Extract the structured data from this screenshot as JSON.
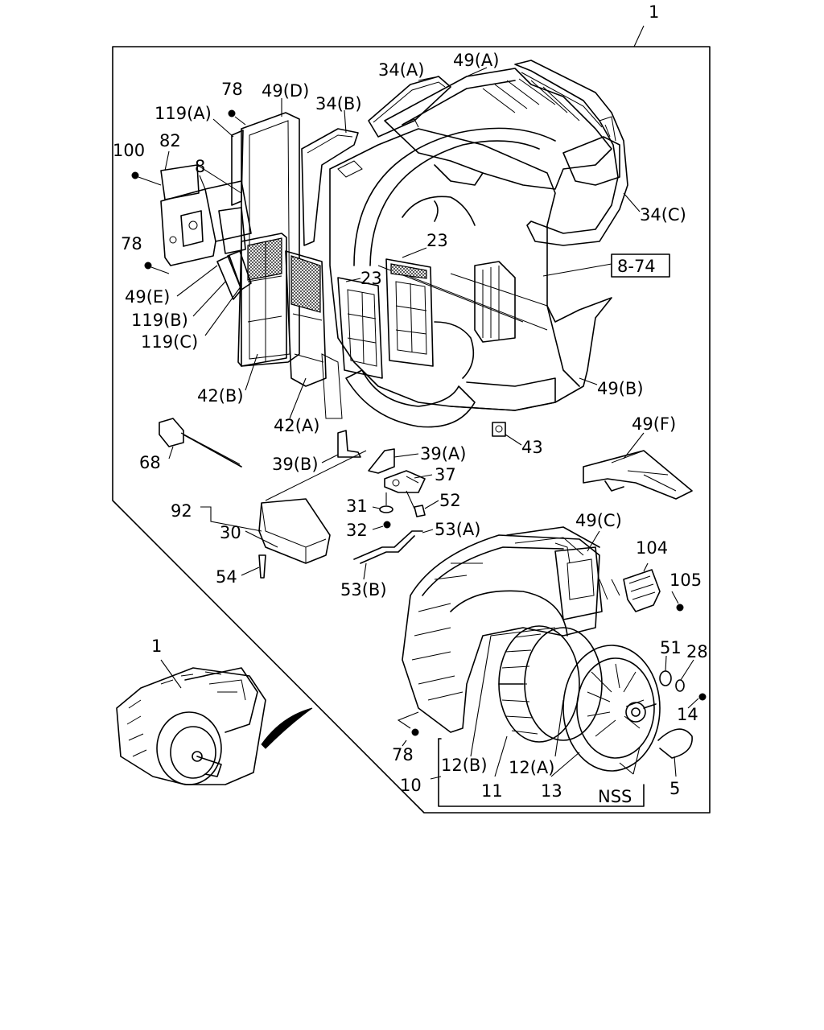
{
  "callouts": {
    "assembly": "1",
    "c49a": "49(A)",
    "c34a": "34(A)",
    "c49d": "49(D)",
    "c78a": "78",
    "c34b": "34(B)",
    "c119a": "119(A)",
    "c82": "82",
    "c100": "100",
    "c8": "8",
    "c34c": "34(C)",
    "c23a": "23",
    "c23b": "23",
    "c78b": "78",
    "c874": "8-74",
    "c49e": "49(E)",
    "c119b": "119(B)",
    "c119c": "119(C)",
    "c42b": "42(B)",
    "c42a": "42(A)",
    "c49b": "49(B)",
    "c43": "43",
    "c49f": "49(F)",
    "c68": "68",
    "c39a": "39(A)",
    "c39b": "39(B)",
    "c37": "37",
    "c92": "92",
    "c31": "31",
    "c52": "52",
    "c32": "32",
    "c30": "30",
    "c53a": "53(A)",
    "c49c": "49(C)",
    "c104": "104",
    "c105": "105",
    "c54": "54",
    "c53b": "53(B)",
    "c51": "51",
    "c28": "28",
    "c1b": "1",
    "c14": "14",
    "c78c": "78",
    "c12b": "12(B)",
    "c12a": "12(A)",
    "c10": "10",
    "c11": "11",
    "c13": "13",
    "c5": "5",
    "cnss": "NSS"
  }
}
